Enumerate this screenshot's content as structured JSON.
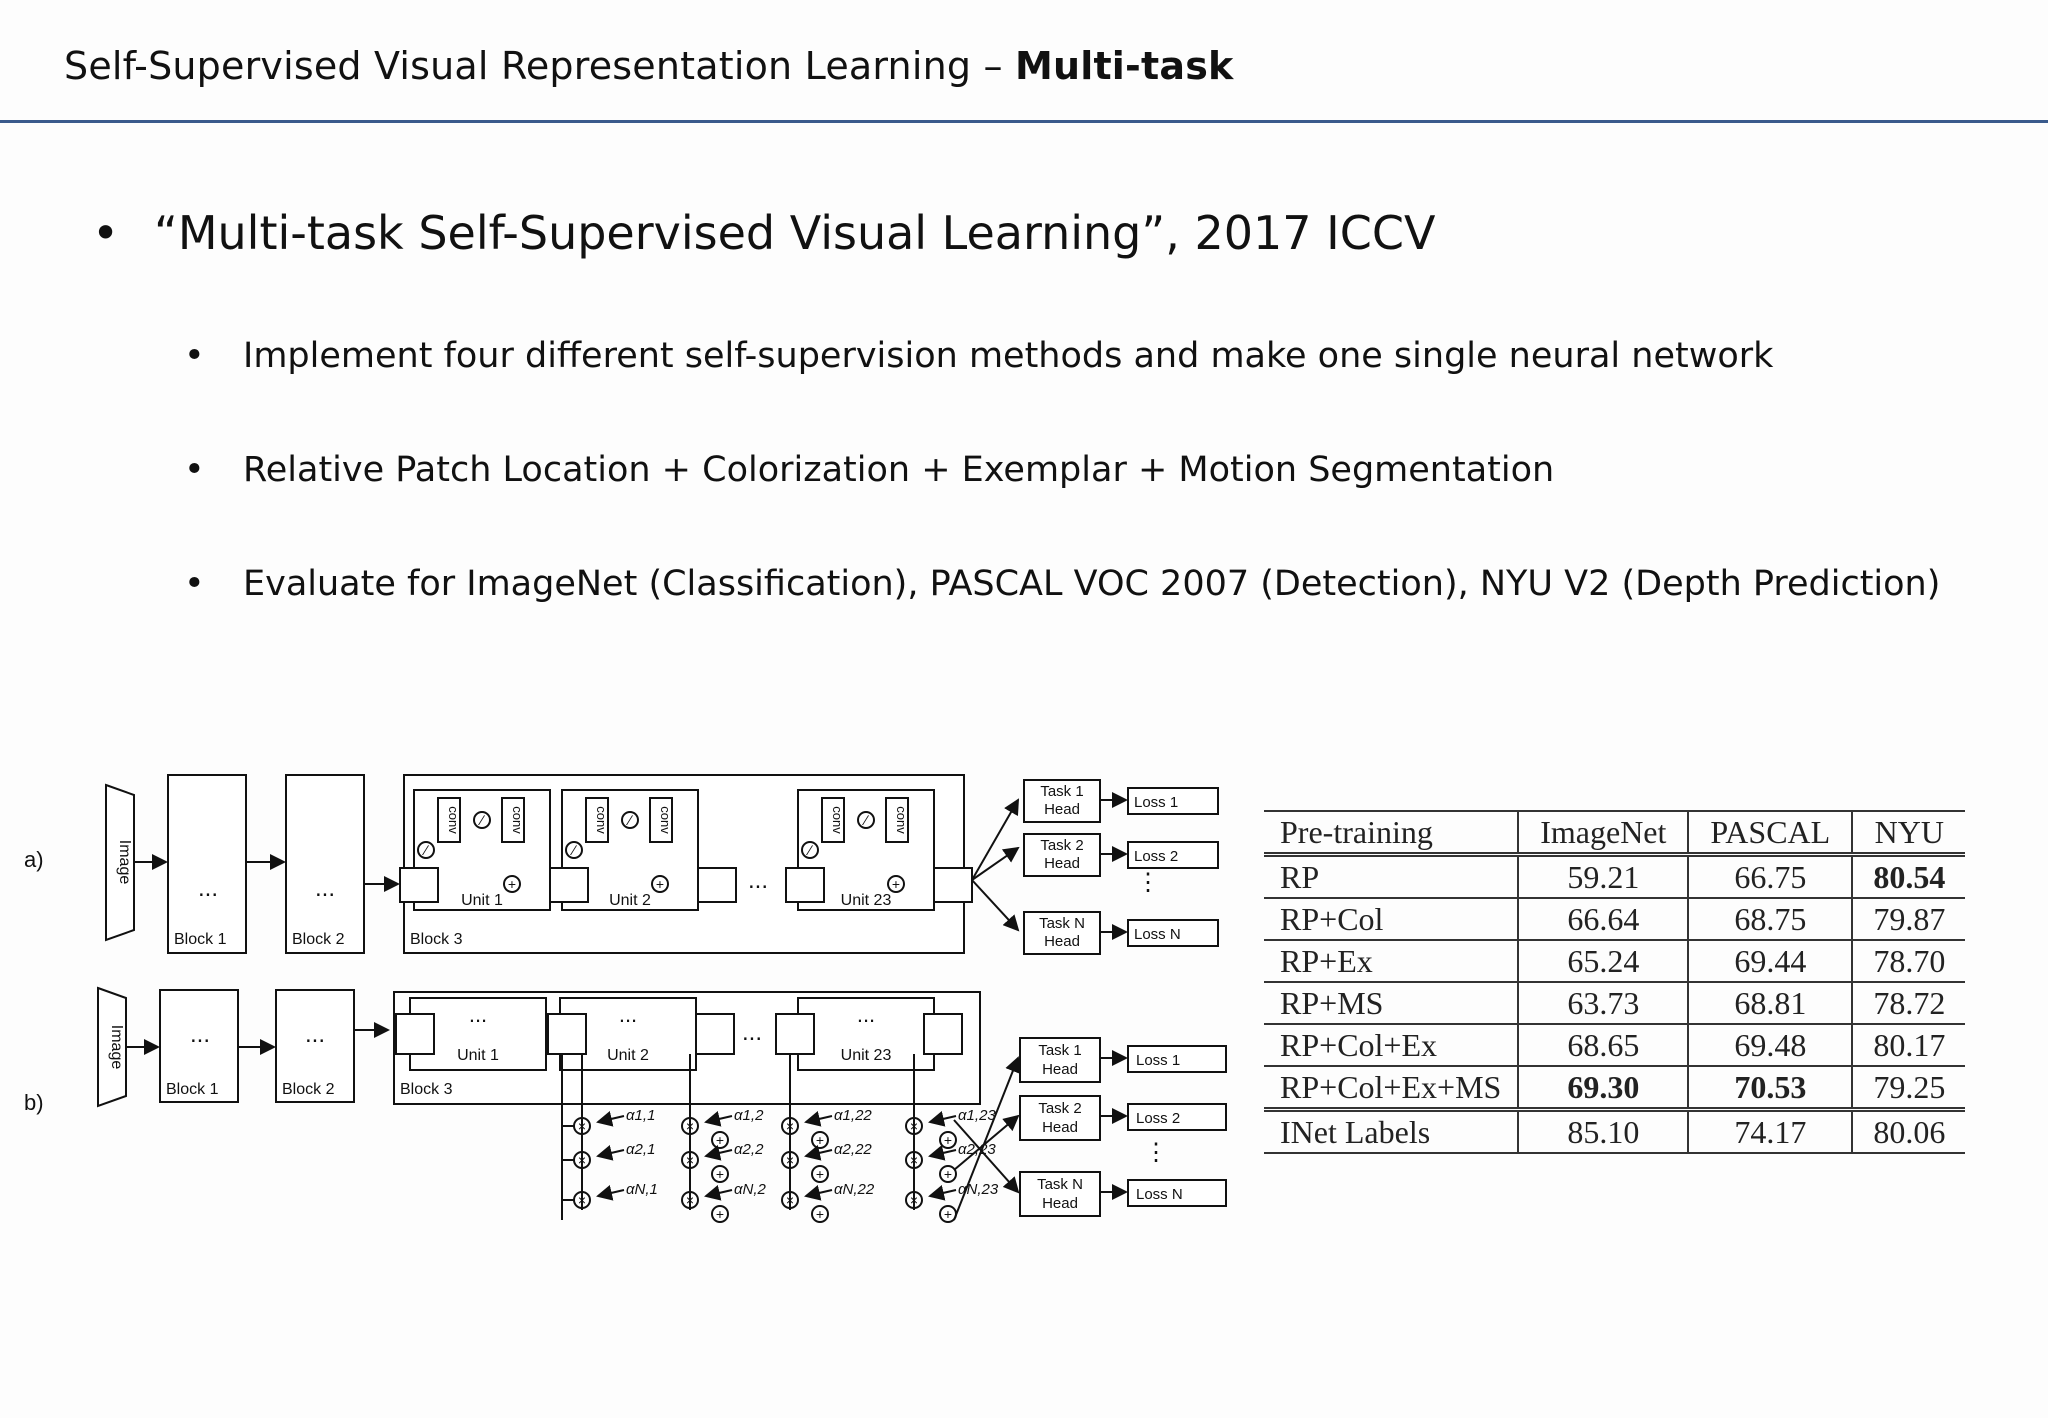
{
  "slide": {
    "title_prefix": "Self-Supervised Visual Representation Learning – ",
    "title_bold": "Multi-task"
  },
  "bullets": {
    "main": "“Multi-task Self-Supervised Visual Learning”, 2017 ICCV",
    "sub": [
      "Implement four different self-supervision methods and make one single neural network",
      "Relative Patch Location + Colorization + Exemplar + Motion Segmentation",
      "Evaluate for ImageNet (Classification), PASCAL VOC 2007 (Detection), NYU V2 (Depth Prediction)"
    ],
    "dot": "•"
  },
  "diagram": {
    "panel_a_label": "a)",
    "panel_b_label": "b)",
    "image_label": "Image",
    "ellipsis": "...",
    "vdots": "⋮",
    "blocks": [
      "Block 1",
      "Block 2",
      "Block 3"
    ],
    "units": [
      "Unit 1",
      "Unit 2",
      "Unit 23"
    ],
    "conv_label": "conv",
    "heads": [
      {
        "line1": "Task 1",
        "line2": "Head",
        "loss": "Loss 1"
      },
      {
        "line1": "Task 2",
        "line2": "Head",
        "loss": "Loss 2"
      },
      {
        "line1": "Task N",
        "line2": "Head",
        "loss": "Loss N"
      }
    ],
    "alphas": [
      [
        "α1,1",
        "α1,2",
        "α1,22",
        "α1,23"
      ],
      [
        "α2,1",
        "α2,2",
        "α2,22",
        "α2,23"
      ],
      [
        "αN,1",
        "αN,2",
        "αN,22",
        "αN,23"
      ]
    ]
  },
  "table": {
    "headers": [
      "Pre-training",
      "ImageNet",
      "PASCAL",
      "NYU"
    ],
    "rows": [
      {
        "method": "RP",
        "imagenet": "59.21",
        "pascal": "66.75",
        "nyu": "80.54"
      },
      {
        "method": "RP+Col",
        "imagenet": "66.64",
        "pascal": "68.75",
        "nyu": "79.87"
      },
      {
        "method": "RP+Ex",
        "imagenet": "65.24",
        "pascal": "69.44",
        "nyu": "78.70"
      },
      {
        "method": "RP+MS",
        "imagenet": "63.73",
        "pascal": "68.81",
        "nyu": "78.72"
      },
      {
        "method": "RP+Col+Ex",
        "imagenet": "68.65",
        "pascal": "69.48",
        "nyu": "80.17"
      },
      {
        "method": "RP+Col+Ex+MS",
        "imagenet": "69.30",
        "pascal": "70.53",
        "nyu": "79.25"
      }
    ],
    "footer": {
      "method": "INet Labels",
      "imagenet": "85.10",
      "pascal": "74.17",
      "nyu": "80.06"
    },
    "best": {
      "imagenet_row": 5,
      "pascal_row": 5,
      "nyu_row": 0
    }
  }
}
